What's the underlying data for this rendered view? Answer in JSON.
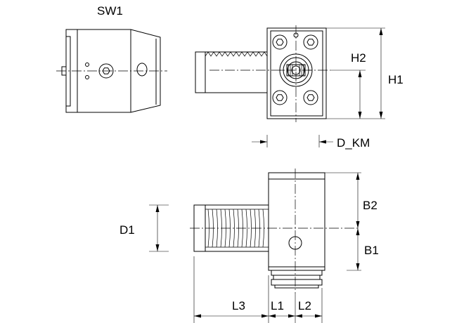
{
  "labels": {
    "sw1": "SW1",
    "h1": "H1",
    "h2": "H2",
    "d_km": "D_KM",
    "b1": "B1",
    "b2": "B2",
    "d1": "D1",
    "l1": "L1",
    "l2": "L2",
    "l3": "L3"
  }
}
